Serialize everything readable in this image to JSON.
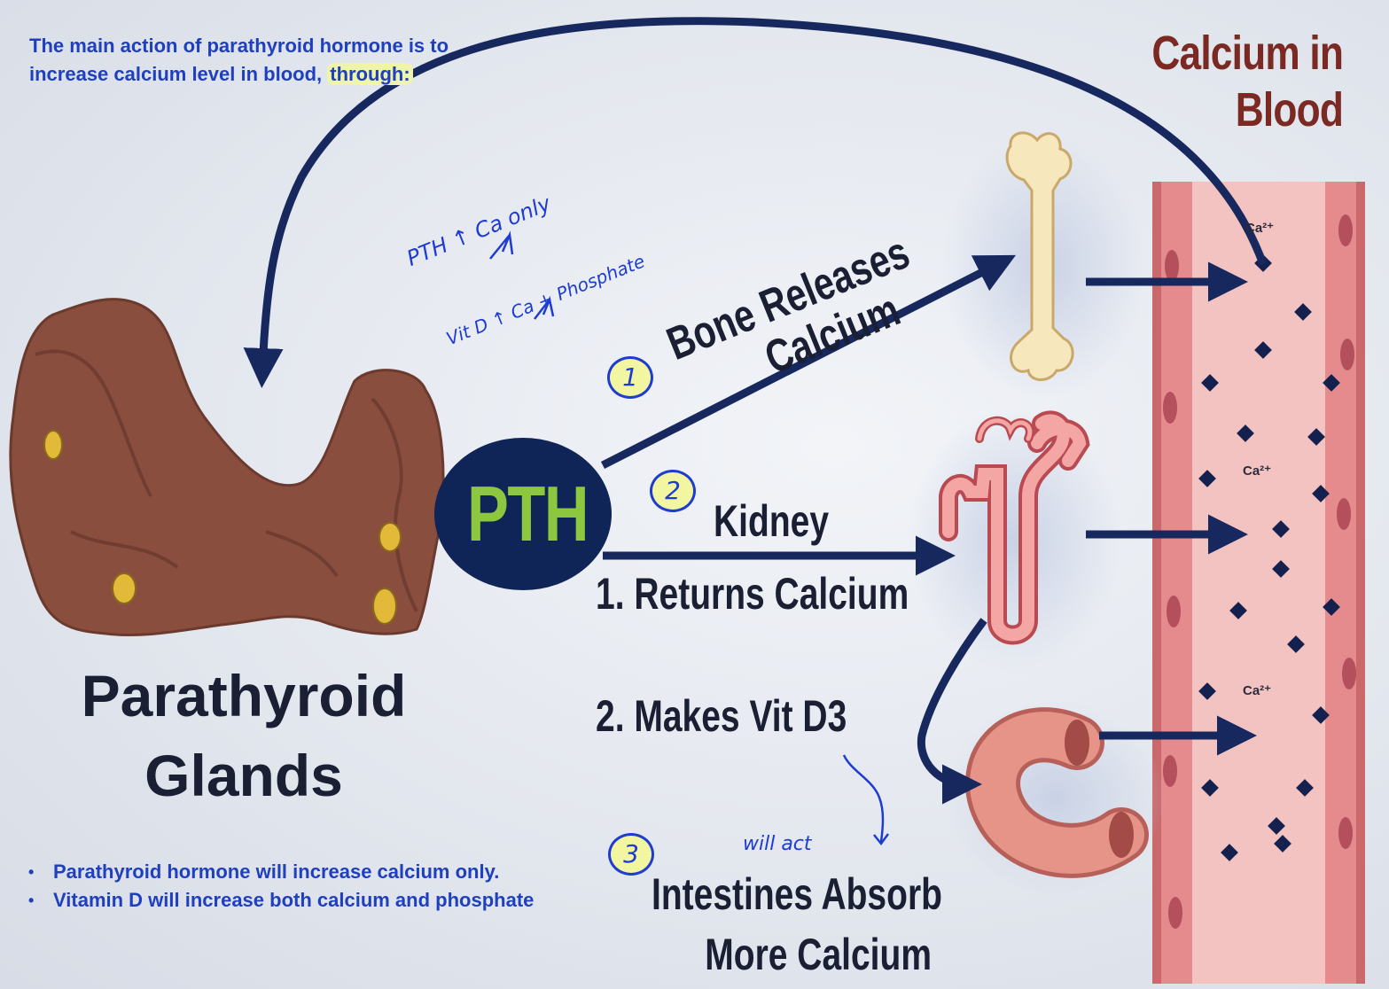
{
  "intro": {
    "text": "The main action of parathyroid hormone is to increase calcium level in blood, ",
    "highlight": "through:"
  },
  "blood_title": {
    "line1": "Calcium in",
    "line2": "Blood"
  },
  "glands_title": {
    "line1": "Parathyroid",
    "line2": "Glands"
  },
  "hormone_label": "PTH",
  "bone": {
    "line1": "Bone Releases",
    "line2": "Calcium"
  },
  "kidney": {
    "title": "Kidney",
    "step1": "1. Returns Calcium",
    "step2": "2. Makes Vit D3"
  },
  "intestine": {
    "line1": "Intestines Absorb",
    "line2": "More Calcium"
  },
  "calcium_ions": [
    "Ca²⁺",
    "Ca²⁺",
    "Ca²⁺"
  ],
  "handwritten": {
    "note1": "PTH ↑ Ca only",
    "note2": "Vit D ↑ Ca + Phosphate",
    "note3": "will act",
    "num1": "1",
    "num2": "2",
    "num3": "3"
  },
  "bullets": [
    "Parathyroid hormone will increase calcium only.",
    "Vitamin D will increase both calcium and phosphate"
  ],
  "colors": {
    "arrow": "#17285f",
    "pth_oval": "#0f2457",
    "pth_text": "#8dc63f",
    "blood_vessel": "#e88a8c",
    "gland_tissue": "#8a4e3e",
    "handwriting": "#1e3cd0",
    "highlight": "#eef5a8"
  }
}
